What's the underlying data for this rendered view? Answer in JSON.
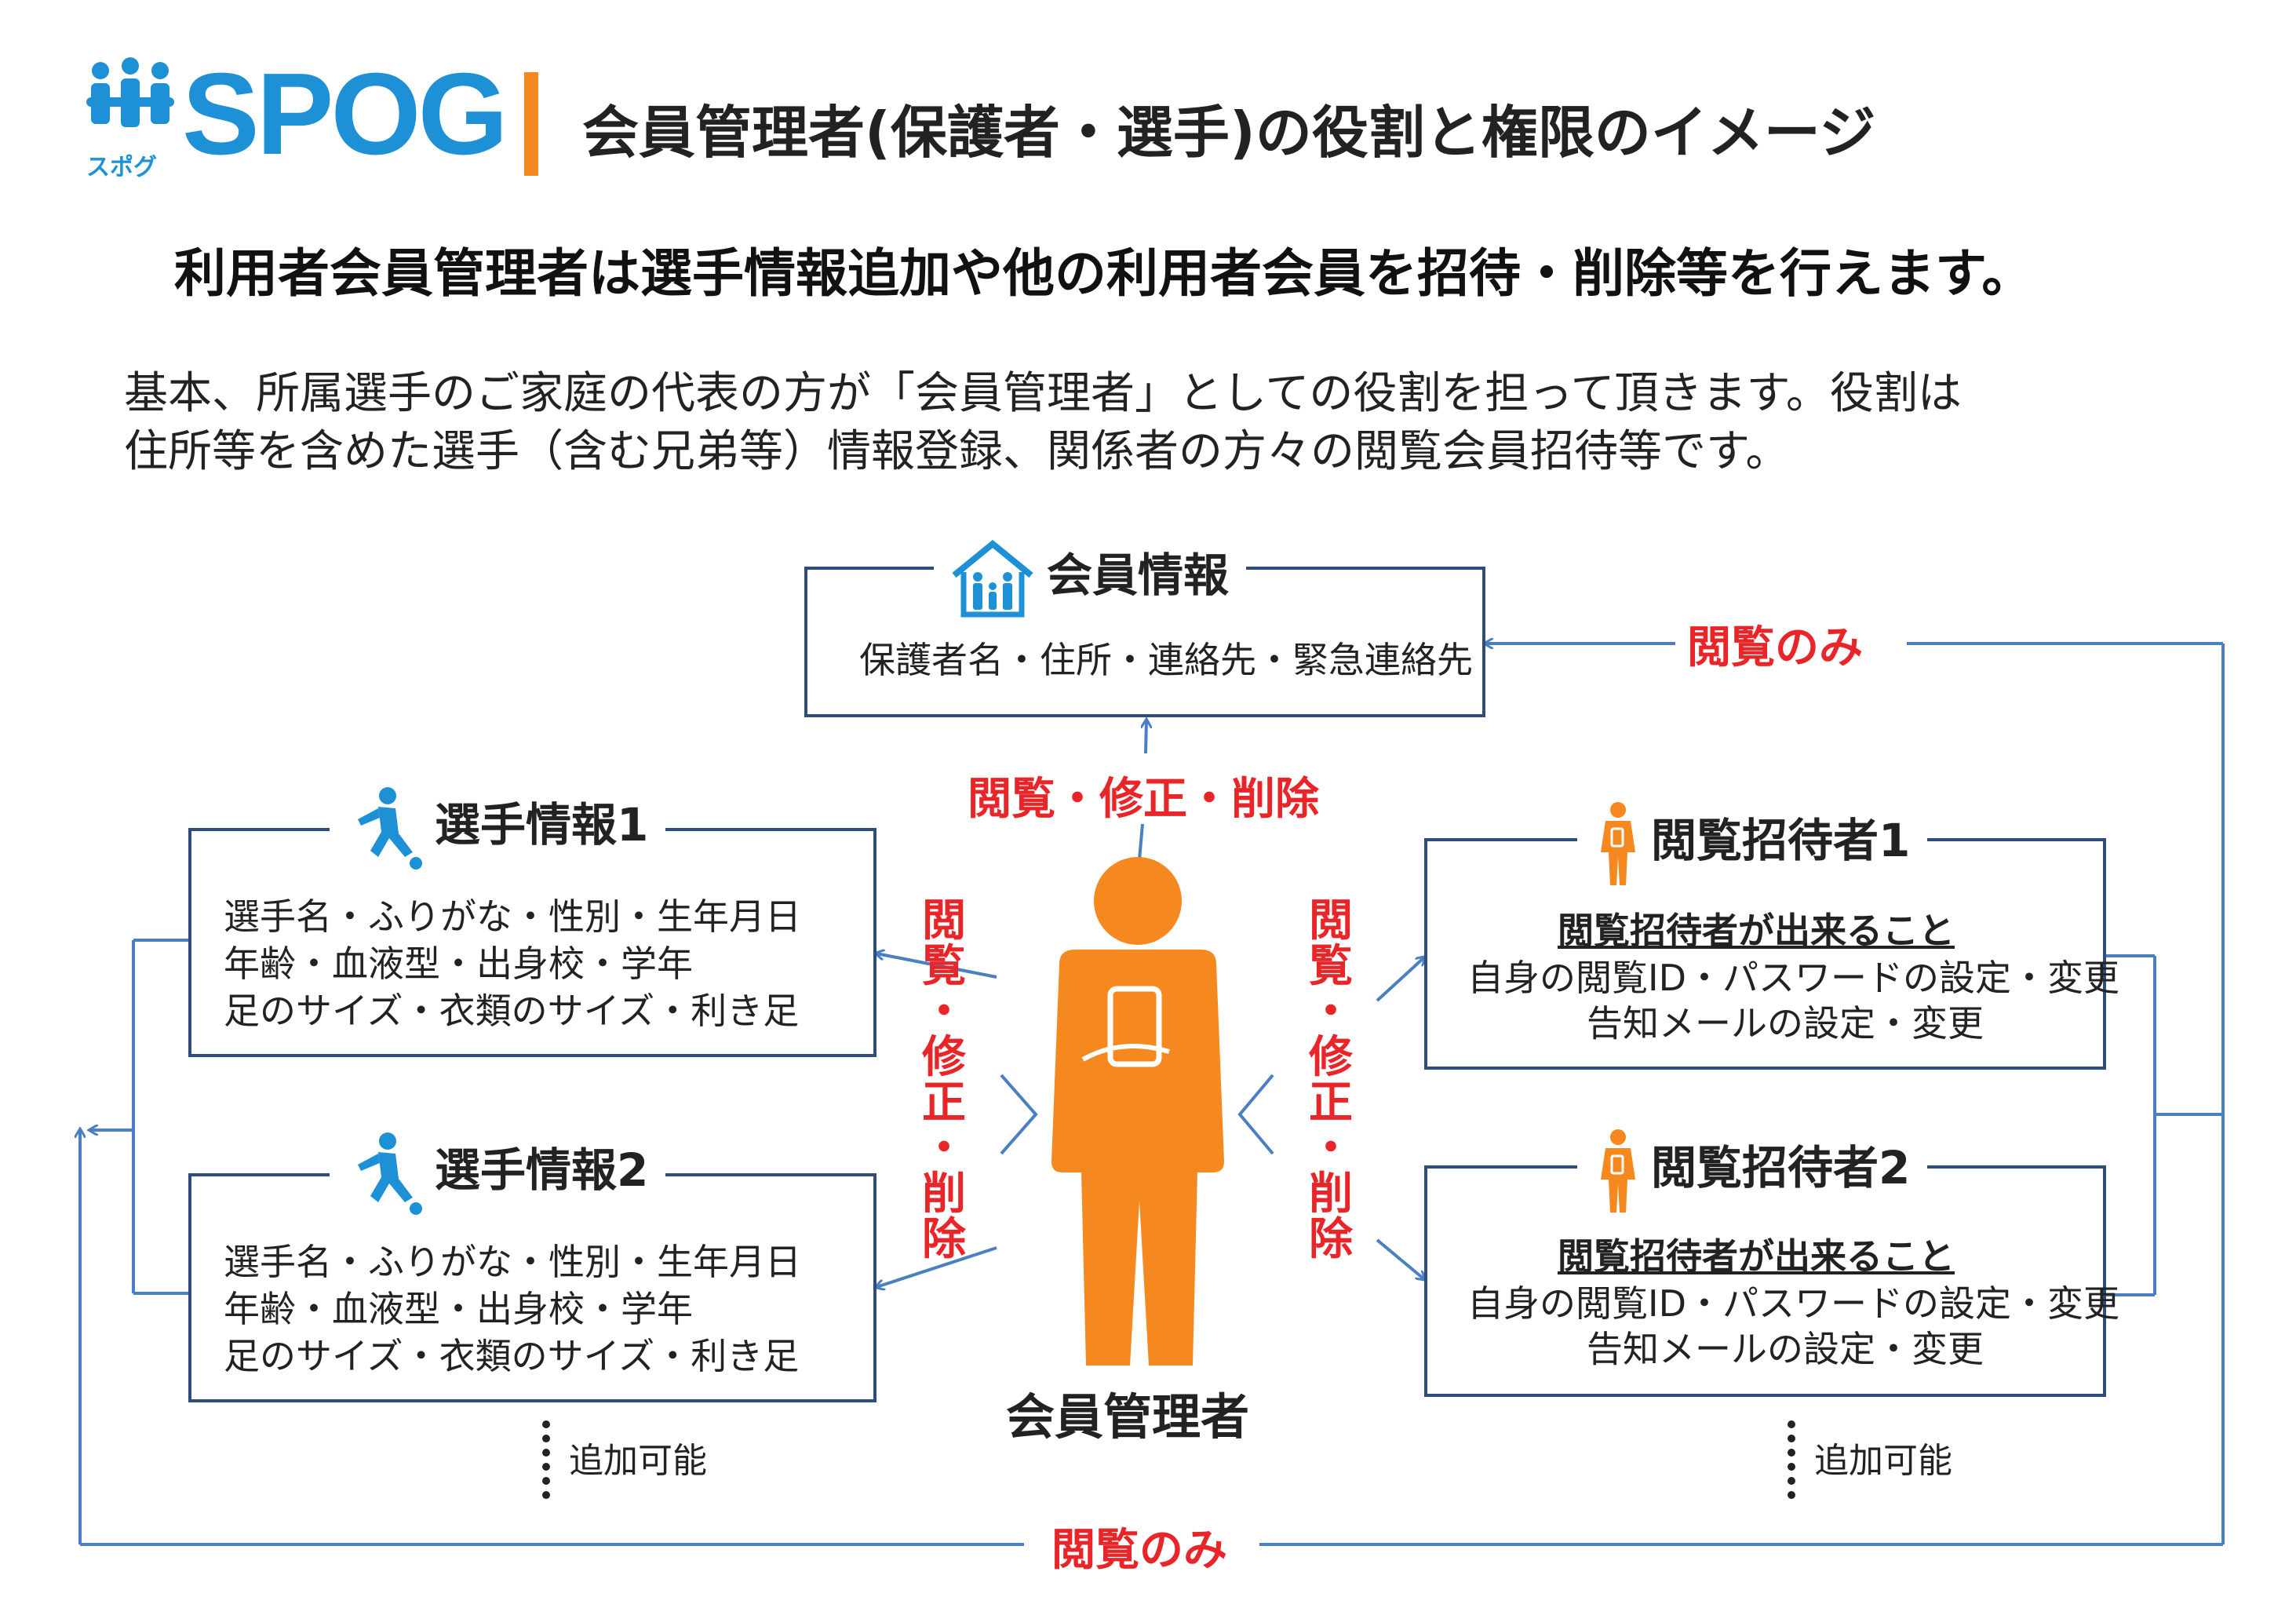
{
  "logo": {
    "text": "SPOG",
    "sub": "スポグ"
  },
  "page_title": "会員管理者(保護者・選手)の役割と権限のイメージ",
  "headline": "利用者会員管理者は選手情報追加や他の利用者会員を招待・削除等を行えます。",
  "intro": [
    "基本、所属選手のご家庭の代表の方が「会員管理者」としての役割を担って頂きます。役割は",
    "住所等を含めた選手（含む兄弟等）情報登録、関係者の方々の閲覧会員招待等です。"
  ],
  "member_info": {
    "title": "会員情報",
    "body": "保護者名・住所・連絡先・緊急連絡先"
  },
  "players": [
    {
      "title": "選手情報1",
      "lines": [
        "選手名・ふりがな・性別・生年月日",
        "年齢・血液型・出身校・学年",
        "足のサイズ・衣類のサイズ・利き足"
      ]
    },
    {
      "title": "選手情報2",
      "lines": [
        "選手名・ふりがな・性別・生年月日",
        "年齢・血液型・出身校・学年",
        "足のサイズ・衣類のサイズ・利き足"
      ]
    }
  ],
  "invitees": [
    {
      "title": "閲覧招待者1",
      "subtitle": "閲覧招待者が出来ること",
      "lines": [
        "自身の閲覧ID・パスワードの設定・変更",
        "告知メールの設定・変更"
      ]
    },
    {
      "title": "閲覧招待者2",
      "subtitle": "閲覧招待者が出来ること",
      "lines": [
        "自身の閲覧ID・パスワードの設定・変更",
        "告知メールの設定・変更"
      ]
    }
  ],
  "admin_label": "会員管理者",
  "labels": {
    "view_edit_delete": "閲覧・修正・削除",
    "view_only": "閲覧のみ",
    "addable": "追加可能"
  },
  "vertical_left": [
    "閲",
    "覧",
    "・",
    "修",
    "正",
    "・",
    "削",
    "除"
  ],
  "vertical_right": [
    "閲",
    "覧",
    "・",
    "修",
    "正",
    "・",
    "削",
    "除"
  ],
  "colors": {
    "accent_orange": "#f5891f",
    "brand_blue": "#1e90d6",
    "line_blue": "#4a7fc1",
    "box_border": "#2e4d7a",
    "label_red": "#e8262a"
  }
}
